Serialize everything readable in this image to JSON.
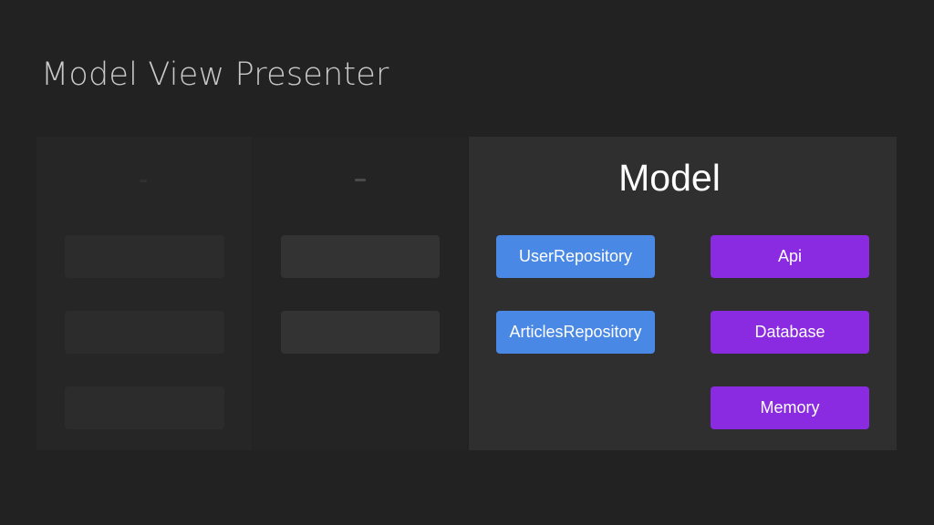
{
  "slide": {
    "title": "Model View Presenter"
  },
  "model": {
    "heading": "Model",
    "repositories": [
      {
        "label": "UserRepository"
      },
      {
        "label": "ArticlesRepository"
      }
    ],
    "sources": [
      {
        "label": "Api"
      },
      {
        "label": "Database"
      },
      {
        "label": "Memory"
      }
    ]
  },
  "colors": {
    "background": "#222222",
    "repository": "#4a88e6",
    "source": "#8a2be2",
    "text": "#ffffff",
    "title": "#c8c8c8"
  }
}
